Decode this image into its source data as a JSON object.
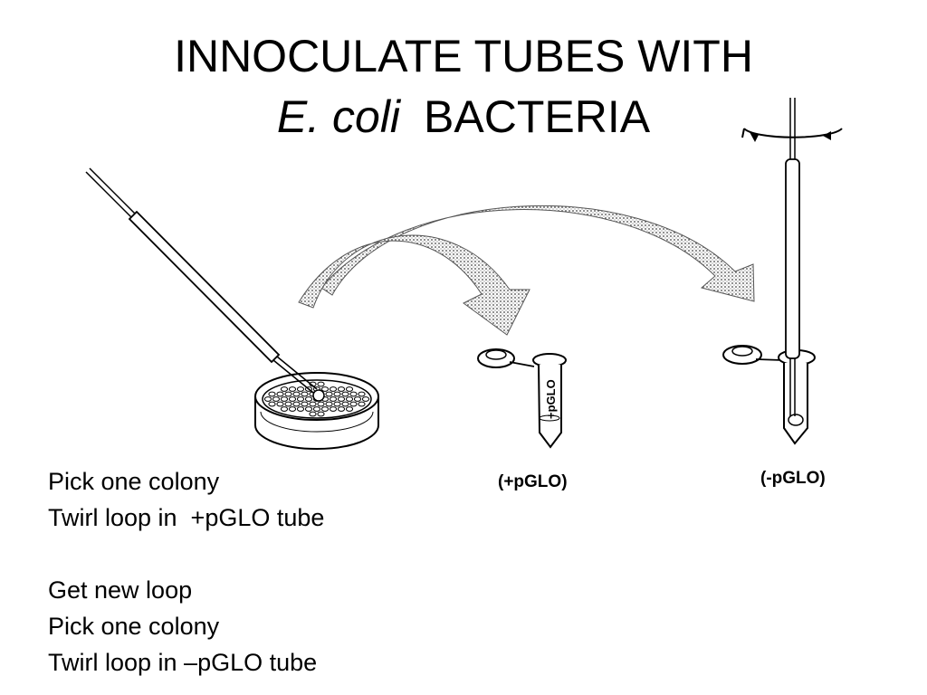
{
  "title": {
    "line1": "INNOCULATE TUBES WITH",
    "line2_italic": "E. coli",
    "line2_rest": "BACTERIA"
  },
  "tube_label": "+pGLO",
  "captions": {
    "plus": "(+pGLO)",
    "minus": "(-pGLO)"
  },
  "instructions": [
    "Pick one colony",
    "Twirl loop in  +pGLO tube",
    "Get new loop",
    "Pick one colony",
    "Twirl loop in –pGLO tube"
  ]
}
